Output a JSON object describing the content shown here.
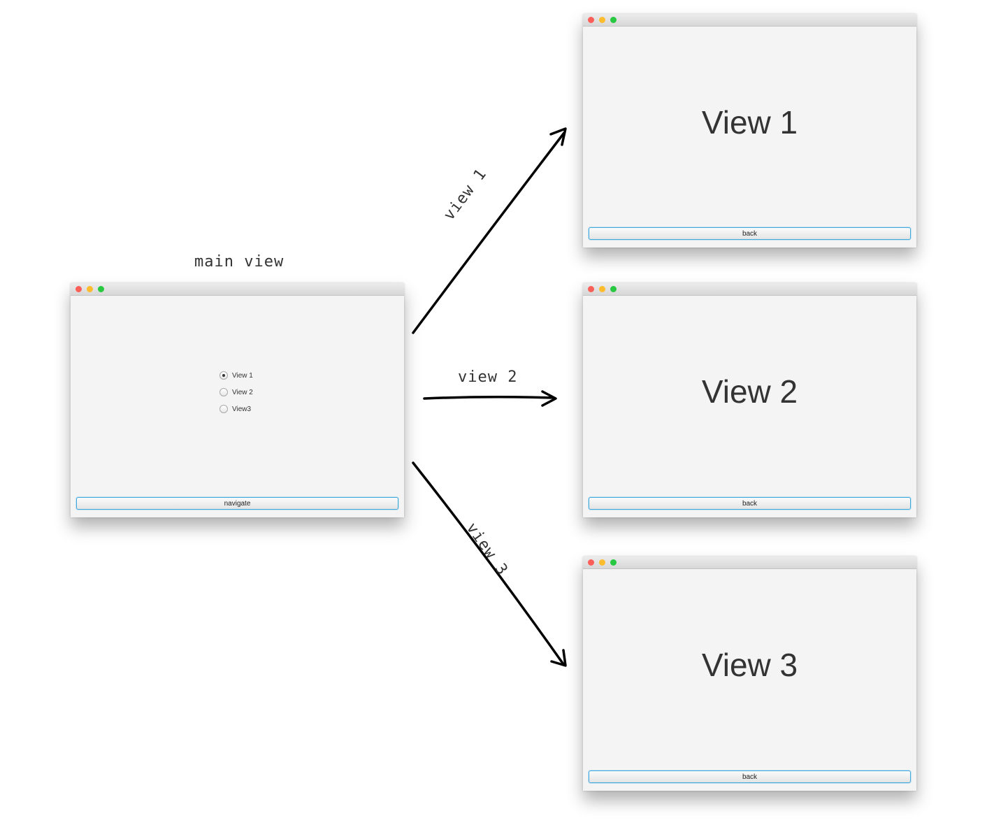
{
  "main_view": {
    "label": "main view",
    "radio_options": [
      {
        "label": "View 1",
        "selected": true
      },
      {
        "label": "View 2",
        "selected": false
      },
      {
        "label": "View3",
        "selected": false
      }
    ],
    "button": "navigate"
  },
  "views": [
    {
      "title": "View 1",
      "button": "back"
    },
    {
      "title": "View 2",
      "button": "back"
    },
    {
      "title": "View 3",
      "button": "back"
    }
  ],
  "arrows": [
    {
      "label": "view 1",
      "from": "main view",
      "to": "View 1"
    },
    {
      "label": "view 2",
      "from": "main view",
      "to": "View 2"
    },
    {
      "label": "view 3",
      "from": "main view",
      "to": "View 3"
    }
  ],
  "colors": {
    "window_bg": "#f4f4f4",
    "button_focus": "#3fa8dc",
    "traffic_close": "#fc5f57",
    "traffic_minimize": "#fdbc2e",
    "traffic_maximize": "#28c840"
  }
}
